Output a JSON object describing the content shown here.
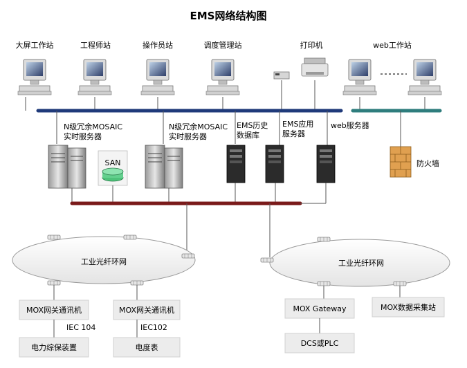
{
  "title": "EMS网络结构图",
  "top_row": {
    "workstation_1": "大屏工作站",
    "workstation_2": "工程师站",
    "workstation_3": "操作员站",
    "workstation_4": "调度管理站",
    "printer": "打印机",
    "web_workstation": "web工作站"
  },
  "servers": {
    "mosaic_1_line1": "N级冗余MOSAIC",
    "mosaic_1_line2": "实时服务器",
    "san": "SAN",
    "mosaic_2_line1": "N级冗余MOSAIC",
    "mosaic_2_line2": "实时服务器",
    "history_line1": "EMS历史",
    "history_line2": "数据库",
    "app_line1": "EMS应用",
    "app_line2": "服务器",
    "web_server": "web服务器",
    "firewall": "防火墙"
  },
  "rings": {
    "left": "工业光纤环网",
    "right": "工业光纤环网"
  },
  "bottom": {
    "mox_gateway_cn_1": "MOX网关通讯机",
    "mox_gateway_cn_2": "MOX网关通讯机",
    "mox_gateway": "MOX Gateway",
    "mox_collection": "MOX数据采集站",
    "iec104": "IEC 104",
    "iec102": "IEC102",
    "power_protect": "电力综保装置",
    "meter": "电度表",
    "dcs_plc": "DCS或PLC"
  },
  "colors": {
    "main_bus": "#1f3a7a",
    "web_bus": "#2e7d7d",
    "server_bus": "#7a1a1a",
    "box_fill": "#ececec",
    "ring_fill": "#f4f4f4"
  }
}
